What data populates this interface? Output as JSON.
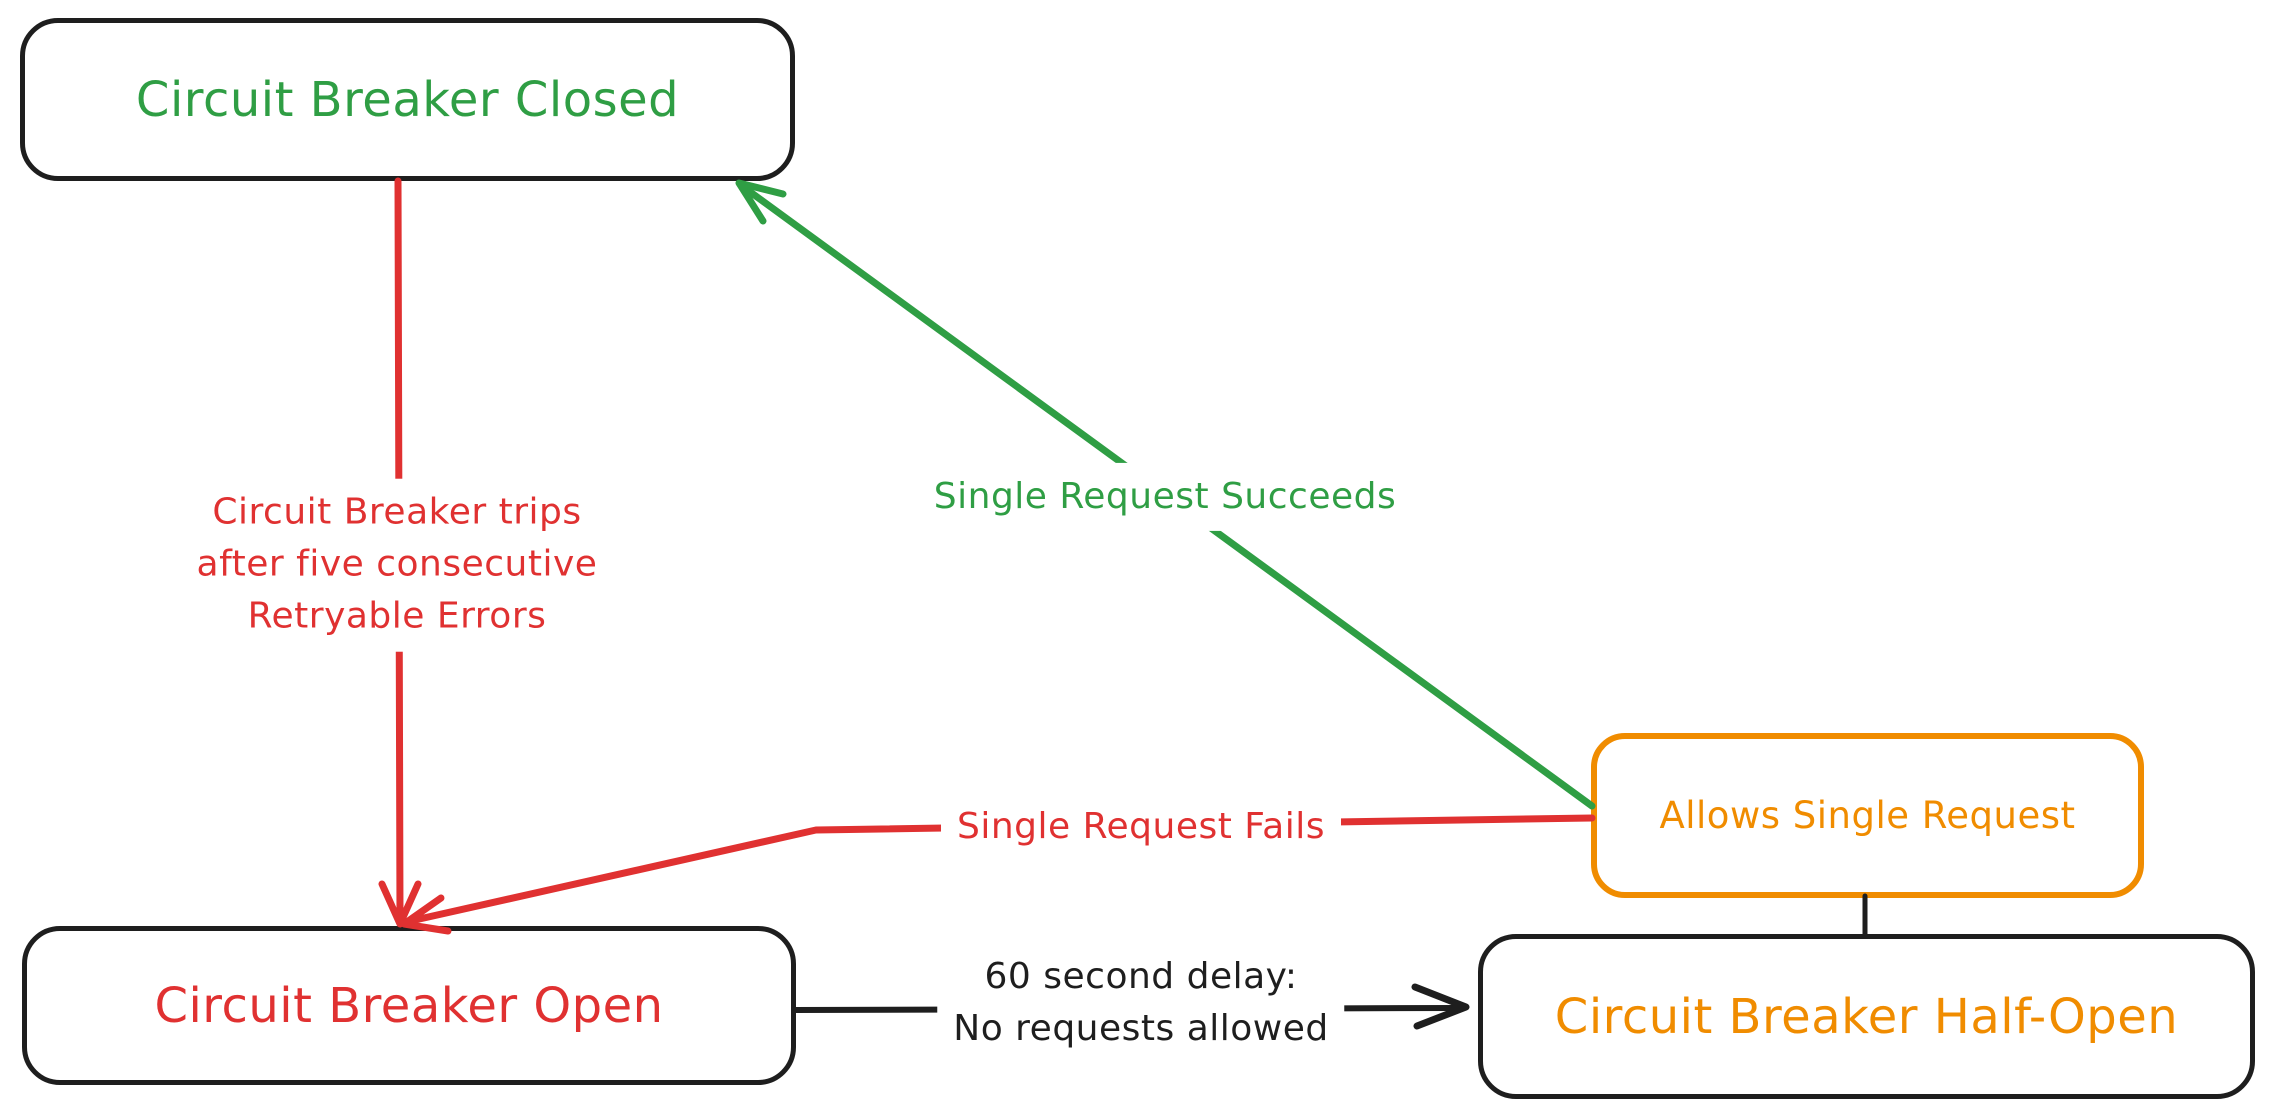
{
  "colors": {
    "green": "#2f9e44",
    "red": "#e03131",
    "orange": "#f08c00",
    "ink": "#1e1e1e",
    "background": "#ffffff"
  },
  "nodes": {
    "closed": {
      "label": "Circuit Breaker Closed",
      "color": "#2f9e44"
    },
    "open": {
      "label": "Circuit Breaker Open",
      "color": "#e03131"
    },
    "half_open": {
      "label": "Circuit Breaker Half-Open",
      "color": "#f08c00"
    },
    "allows": {
      "label": "Allows Single Request",
      "color": "#f08c00"
    }
  },
  "edges": {
    "trips": {
      "from": "closed",
      "to": "open",
      "color": "#e03131",
      "lines": [
        "Circuit Breaker trips",
        "after five consecutive",
        "Retryable Errors"
      ]
    },
    "succeeds": {
      "from": "allows",
      "to": "closed",
      "color": "#2f9e44",
      "label": "Single Request Succeeds"
    },
    "fails": {
      "from": "allows",
      "to": "open",
      "color": "#e03131",
      "label": "Single Request Fails"
    },
    "delay": {
      "from": "open",
      "to": "half_open",
      "color": "#1e1e1e",
      "lines": [
        "60 second delay:",
        "No requests allowed"
      ]
    },
    "connector": {
      "from": "allows",
      "to": "half_open",
      "color": "#1e1e1e",
      "label": ""
    }
  }
}
